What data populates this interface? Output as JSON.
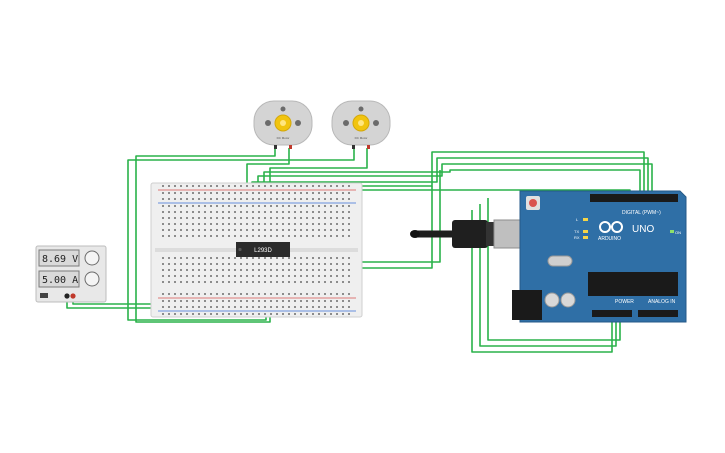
{
  "power_supply": {
    "voltage": "8.69 V",
    "current": "5.00 A"
  },
  "motors": [
    {
      "label": "DC Motor"
    },
    {
      "label": "DC Motor"
    }
  ],
  "driver_chip": {
    "label": "L293D"
  },
  "arduino": {
    "brand": "ARDUINO",
    "model": "UNO",
    "digital_label": "DIGITAL (PWM~)",
    "power_label": "POWER",
    "analog_label": "ANALOG IN",
    "led_tx": "TX",
    "led_rx": "RX",
    "led_l": "L",
    "led_on": "ON"
  },
  "colors": {
    "wire": "#2ab24a",
    "arduino_board": "#2f6fa6",
    "breadboard": "#efefef",
    "motor_body": "#d4d4d4",
    "motor_hub": "#f1c40f",
    "supply_body": "#e8e8e8",
    "display_bg": "#d9d9d9"
  }
}
